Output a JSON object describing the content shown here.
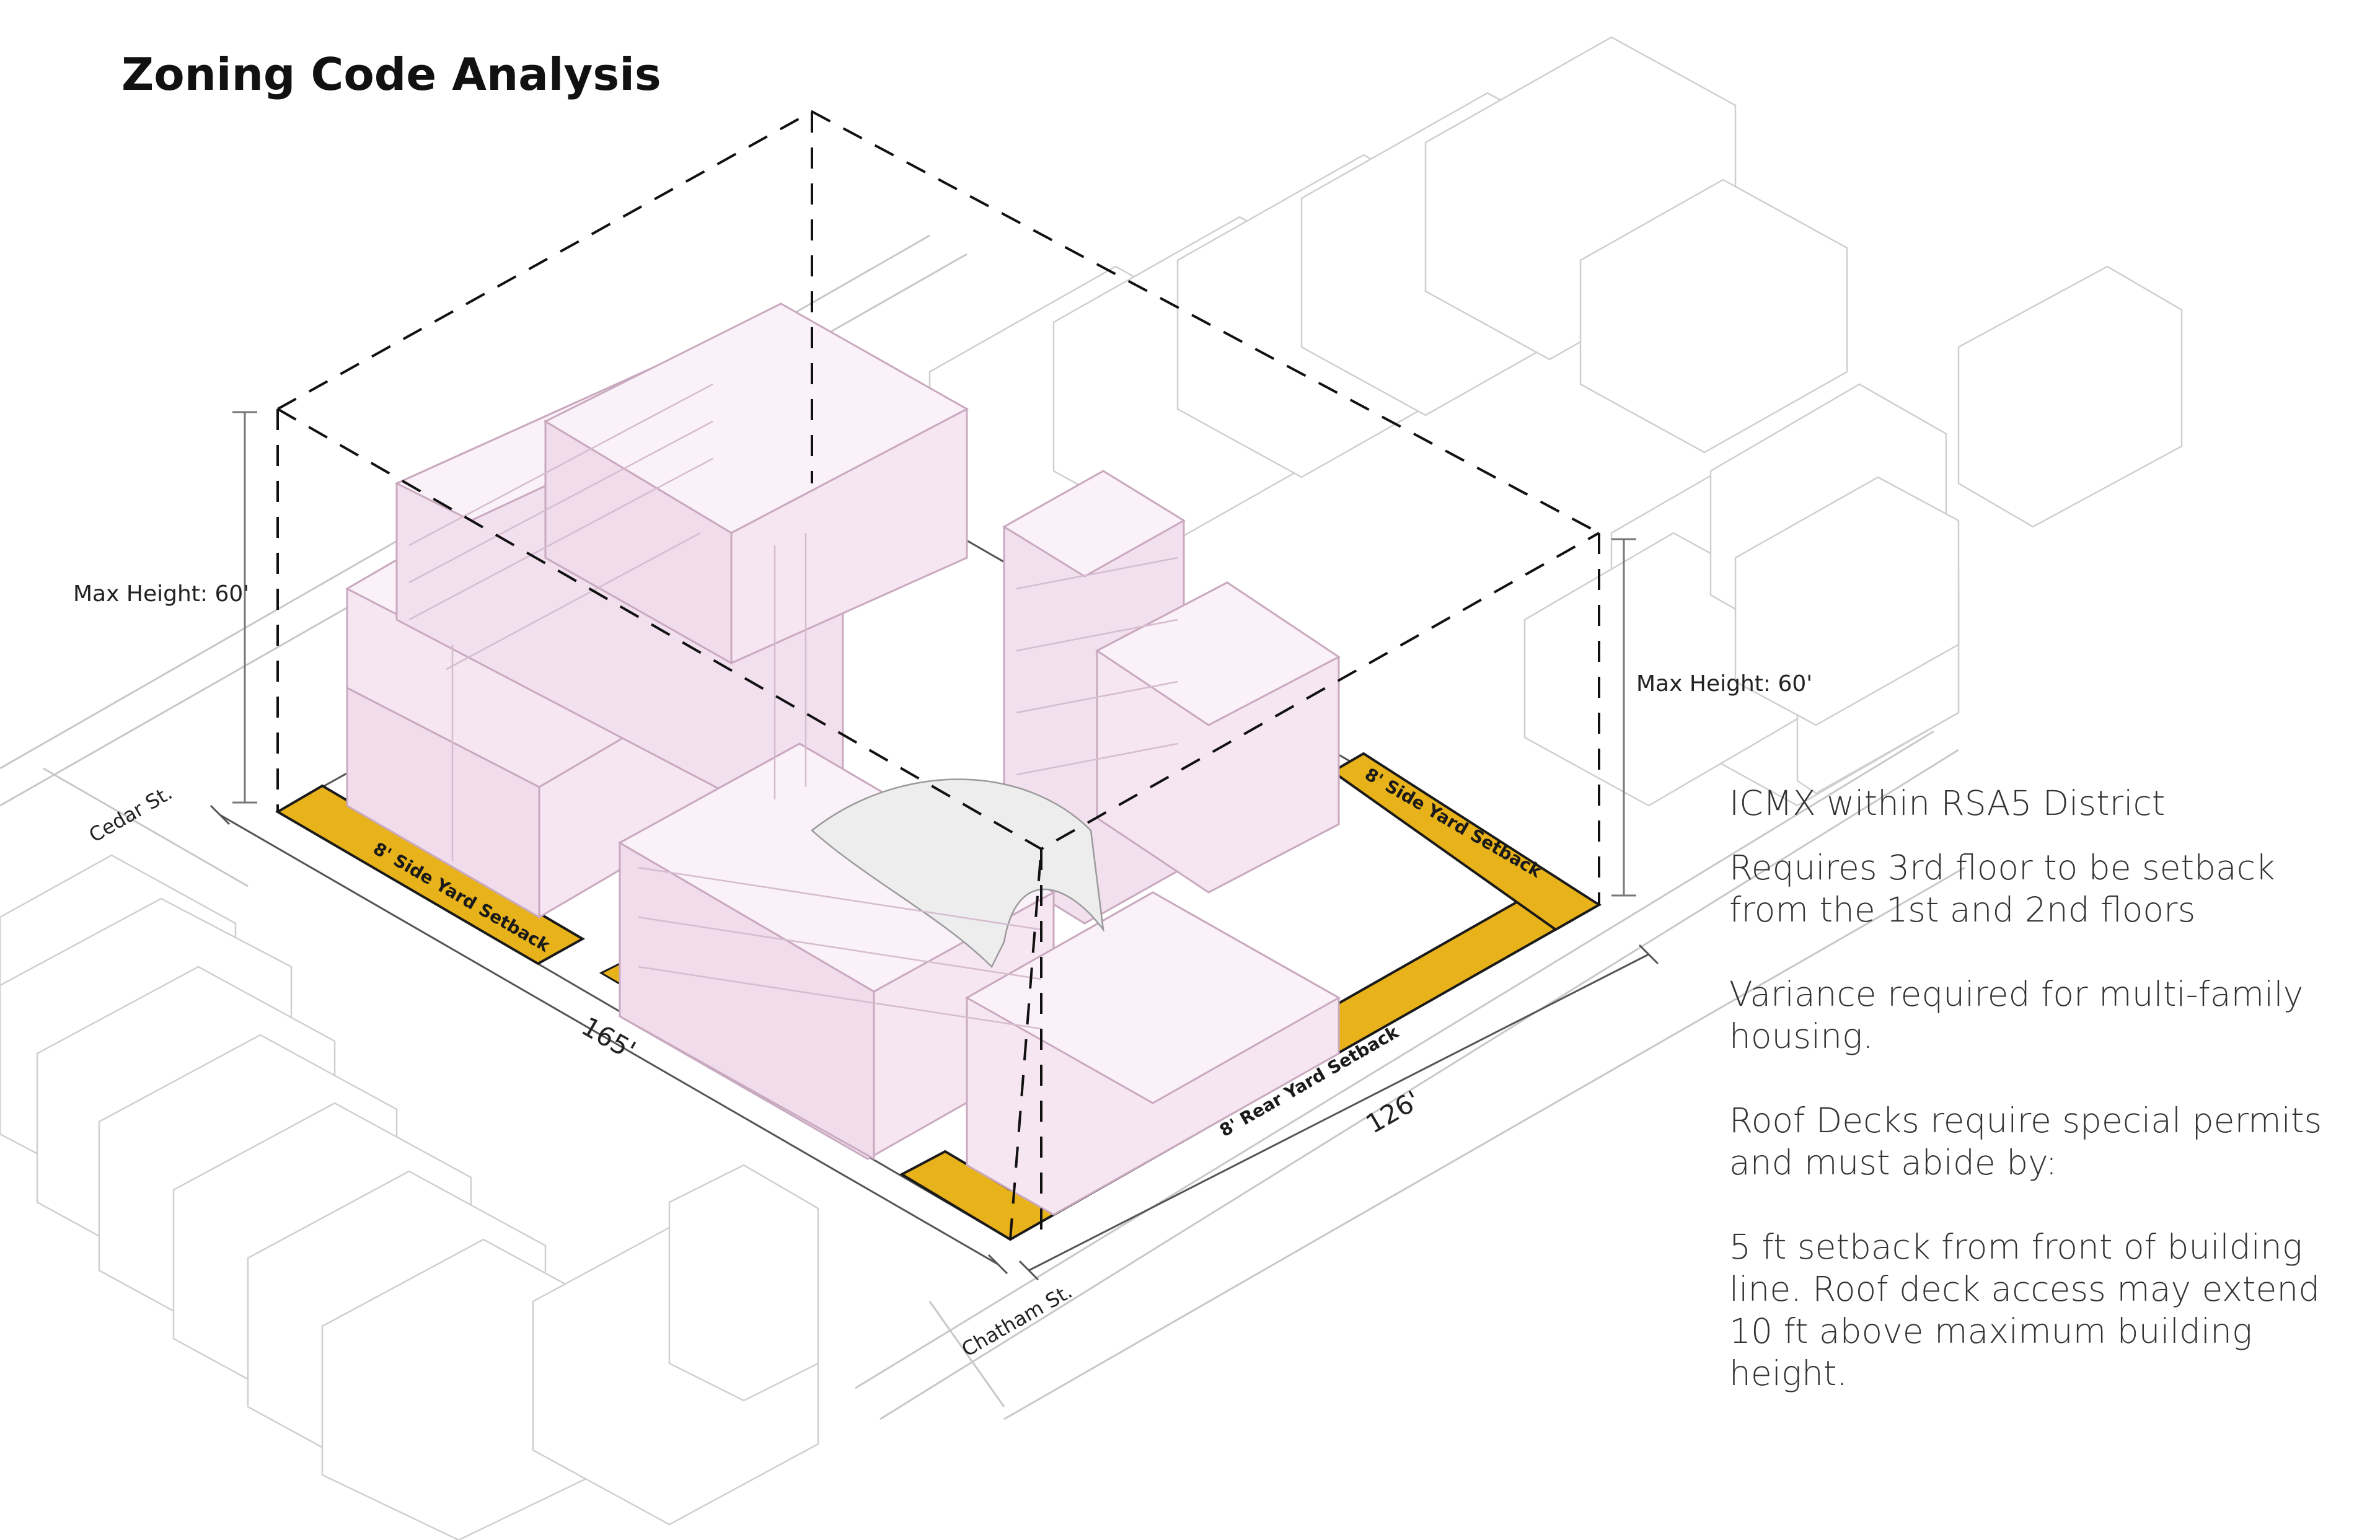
{
  "title": "Zoning Code Analysis",
  "labels": {
    "max_height_left": "Max Height: 60'",
    "max_height_right": "Max Height: 60'",
    "cedar_st": "Cedar St.",
    "chatham_st": "Chatham St.",
    "dim_165": "165'",
    "dim_126": "126'",
    "side_setback_left": "8' Side Yard Setback",
    "side_setback_right": "8' Side Yard Setback",
    "rear_setback": "8' Rear Yard Setback"
  },
  "notes": {
    "district": "ICMX within RSA5 District",
    "setback_req": "Requires 3rd floor to be setback from the 1st and 2nd floors",
    "variance": "Variance required for multi-family housing.",
    "roof_decks": "Roof Decks require special permits and must abide by:",
    "roof_rule": "5 ft setback from front of building line. Roof deck access may extend 10 ft above maximum building height."
  },
  "colors": {
    "setback_fill": "#E8B21A",
    "building_fill": "#F6E6F2",
    "building_edge": "#C9A9C0",
    "context_line": "#CFCFCF"
  }
}
